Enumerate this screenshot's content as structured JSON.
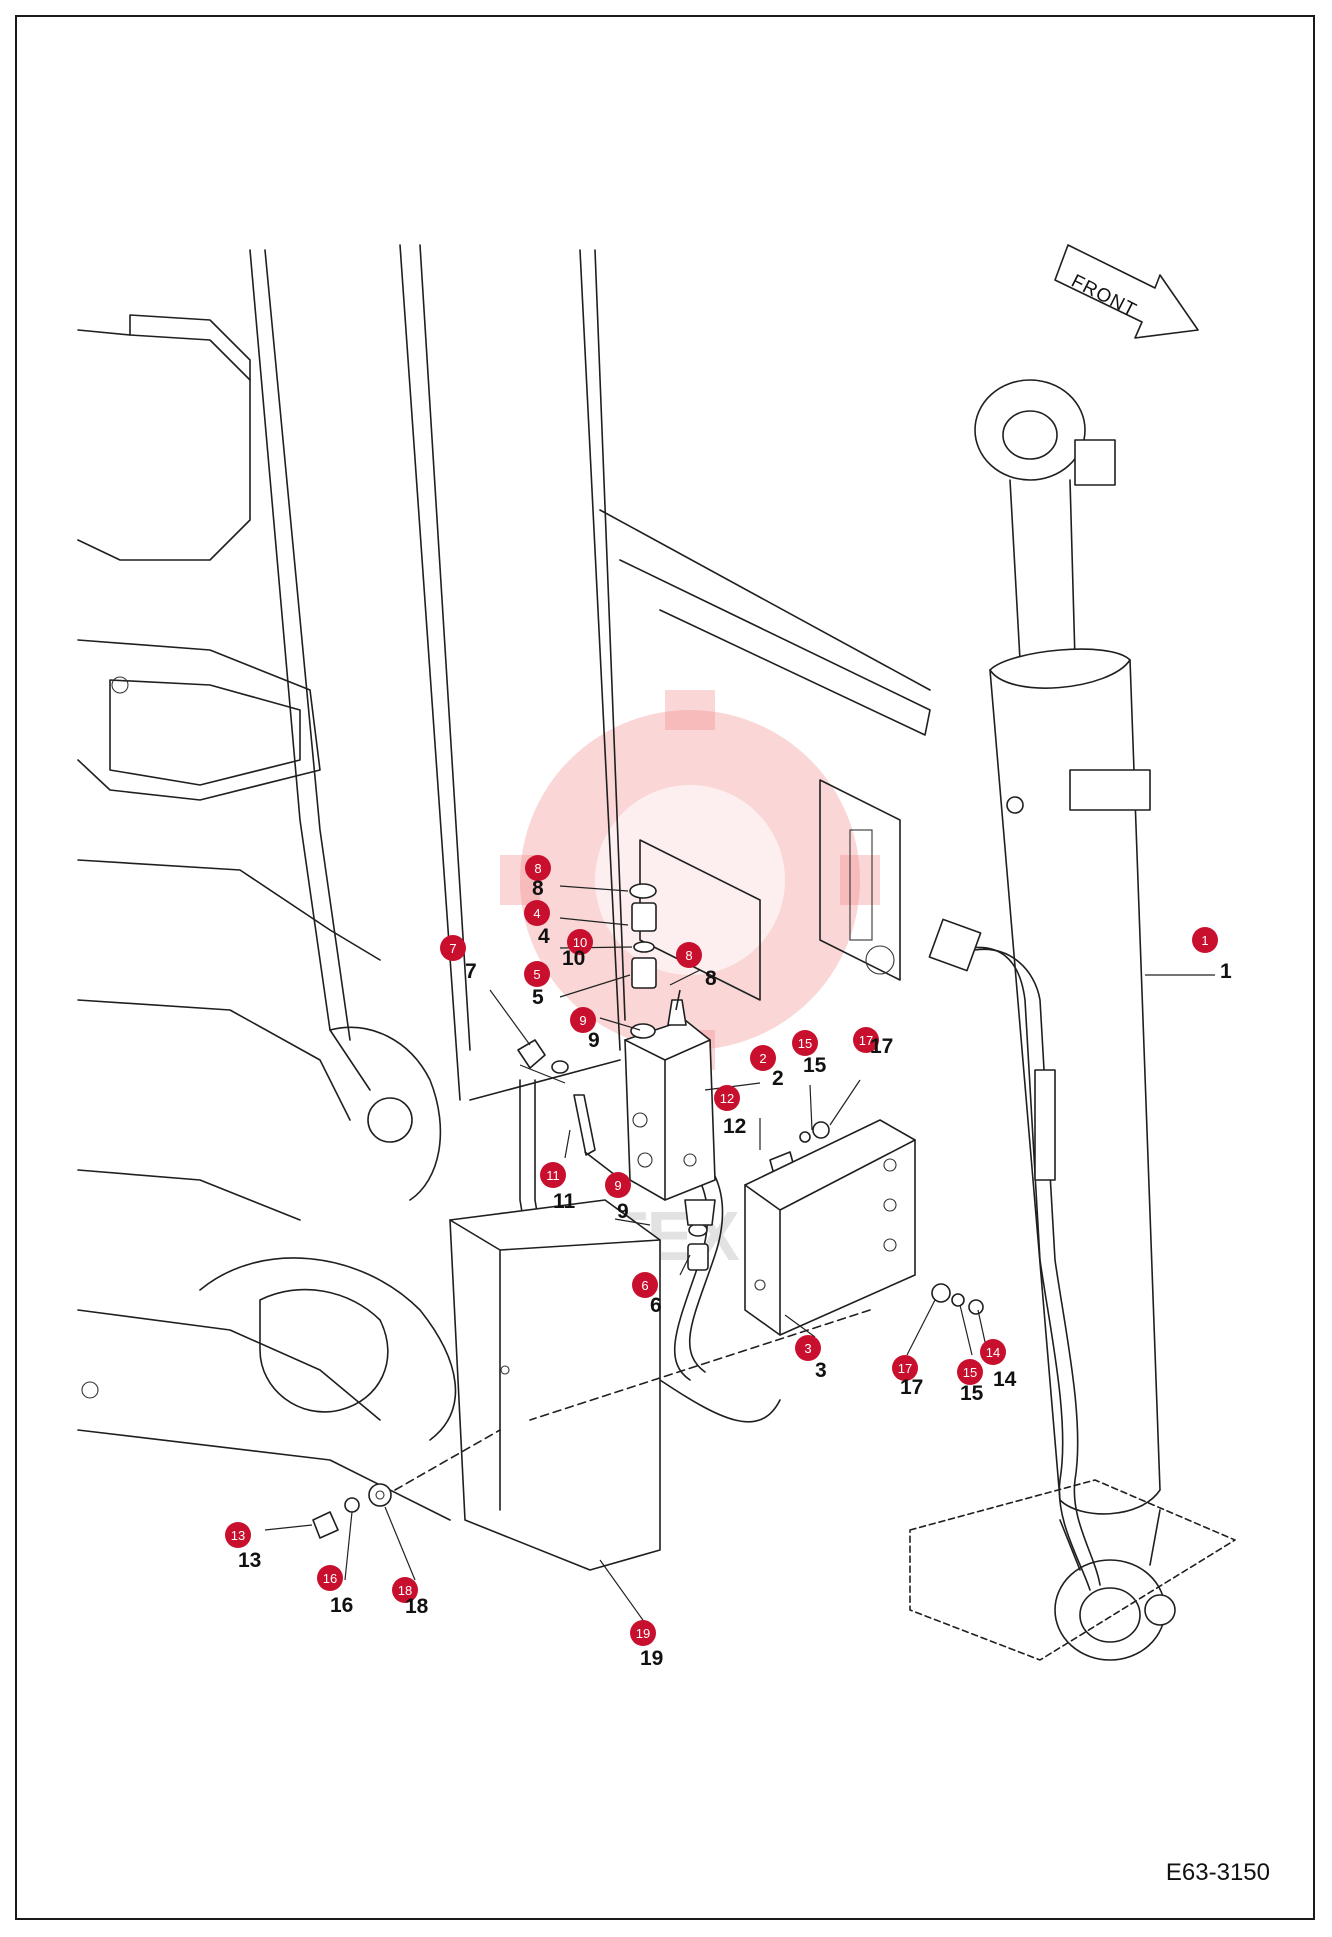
{
  "drawing_code": "E63-3150",
  "direction_label": "FRONT",
  "watermark_text": "MHTEX",
  "colors": {
    "badge": "#c8102e",
    "line": "#1f1f1f",
    "watermark": "#f08a8a"
  },
  "callouts": [
    {
      "badge": "1",
      "label": "1"
    },
    {
      "badge": "2",
      "label": "2"
    },
    {
      "badge": "3",
      "label": "3"
    },
    {
      "badge": "4",
      "label": "4"
    },
    {
      "badge": "5",
      "label": "5"
    },
    {
      "badge": "6",
      "label": "6"
    },
    {
      "badge": "7",
      "label": "7"
    },
    {
      "badge": "8",
      "label": "8"
    },
    {
      "badge": "8",
      "label": "8"
    },
    {
      "badge": "9",
      "label": "9"
    },
    {
      "badge": "9",
      "label": "9"
    },
    {
      "badge": "10",
      "label": "10"
    },
    {
      "badge": "11",
      "label": "11"
    },
    {
      "badge": "12",
      "label": "12"
    },
    {
      "badge": "13",
      "label": "13"
    },
    {
      "badge": "14",
      "label": "14"
    },
    {
      "badge": "15",
      "label": "15"
    },
    {
      "badge": "15",
      "label": "15"
    },
    {
      "badge": "16",
      "label": "16"
    },
    {
      "badge": "17",
      "label": "17"
    },
    {
      "badge": "17",
      "label": "17"
    },
    {
      "badge": "18",
      "label": "18"
    },
    {
      "badge": "19",
      "label": "19"
    }
  ]
}
